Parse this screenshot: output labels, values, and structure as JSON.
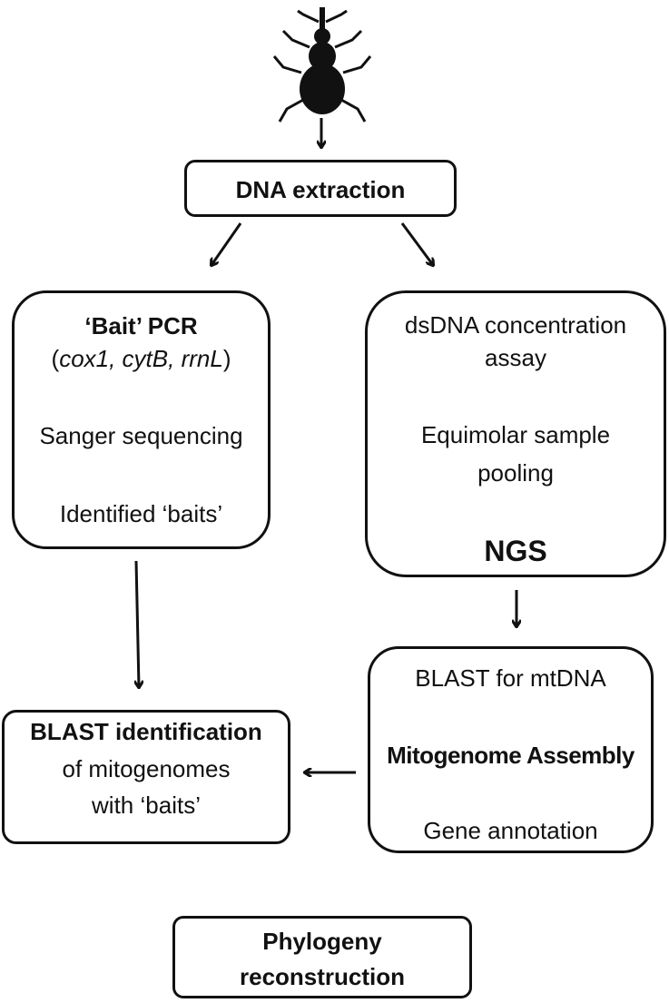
{
  "steps": {
    "dna_extraction": "DNA extraction",
    "bait_pcr": {
      "title": "‘Bait’ PCR",
      "genes_open": "(",
      "genes": "cox1, cytB, rrnL",
      "genes_close": ")",
      "sanger": "Sanger sequencing",
      "identified": "Identified ‘baits’"
    },
    "ngs_prep": {
      "assay_line1": "dsDNA concentration",
      "assay_line2": "assay",
      "pooling_line1": "Equimolar sample",
      "pooling_line2": "pooling",
      "ngs": "NGS"
    },
    "assembly": {
      "blast_mtdna": "BLAST for mtDNA",
      "mitogenome": "Mitogenome Assembly",
      "annotation": "Gene annotation"
    },
    "blast_id": {
      "line1": "BLAST identification",
      "line2": "of mitogenomes",
      "line3": "with ‘baits’"
    },
    "phylogeny": {
      "line1": "Phylogeny",
      "line2": "reconstruction"
    }
  },
  "colors": {
    "stroke": "#111111",
    "background": "#ffffff"
  },
  "icons": [
    "weevil-icon"
  ]
}
